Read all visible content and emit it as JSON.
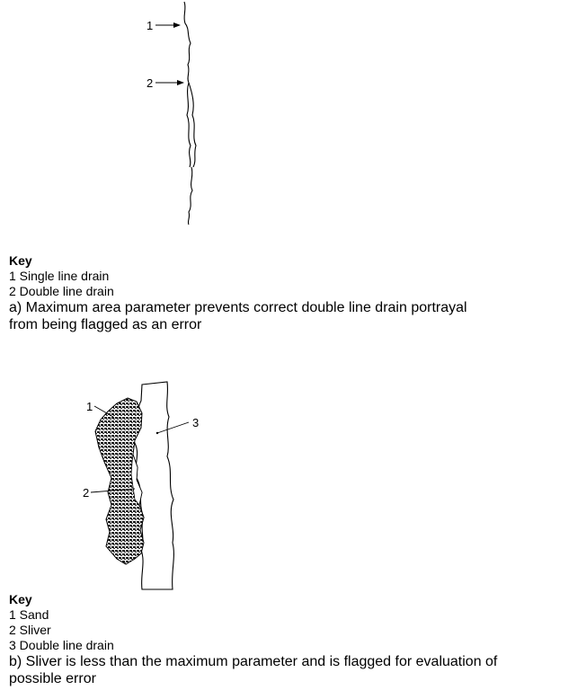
{
  "figure_a": {
    "callouts": [
      {
        "number": "1"
      },
      {
        "number": "2"
      }
    ],
    "key": {
      "title": "Key",
      "items": [
        "1 Single line drain",
        "2 Double line drain"
      ]
    },
    "caption_line1": "a) Maximum area parameter prevents correct double line drain portrayal",
    "caption_line2": "from being flagged as an error"
  },
  "figure_b": {
    "callouts": [
      {
        "number": "1"
      },
      {
        "number": "2"
      },
      {
        "number": "3"
      }
    ],
    "key": {
      "title": "Key",
      "items": [
        "1 Sand",
        "2 Sliver",
        "3 Double line drain"
      ]
    },
    "caption_line1": "b) Sliver is less than the maximum parameter and is flagged for evaluation of",
    "caption_line2": "possible error"
  }
}
